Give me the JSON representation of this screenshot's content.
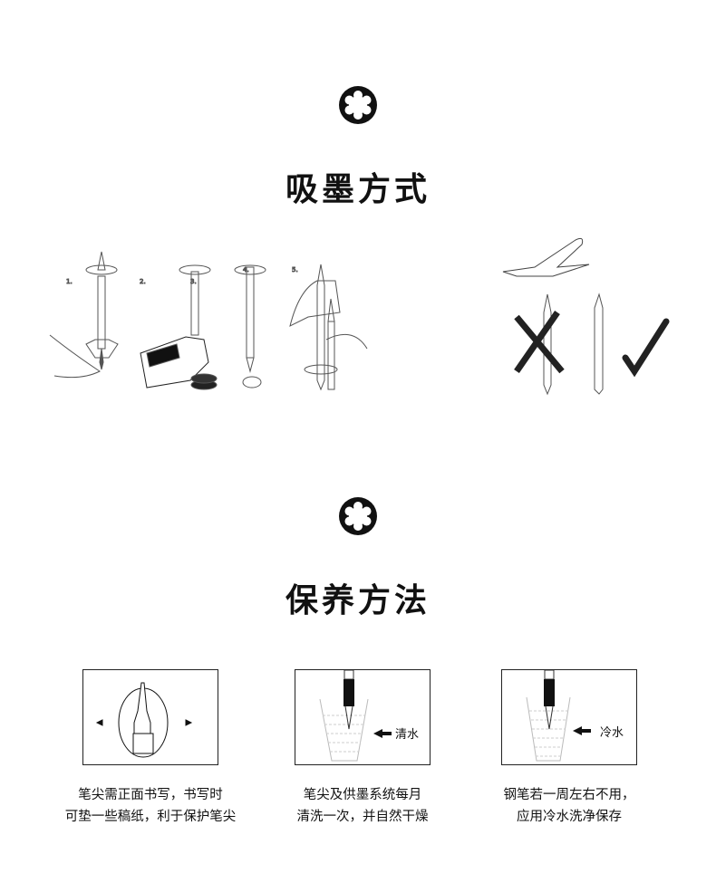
{
  "section1": {
    "title": "吸墨方式",
    "emblem_icon": "montblanc-star-icon",
    "steps": [
      "1.",
      "2.",
      "3.",
      "4.",
      "5."
    ]
  },
  "section2": {
    "title": "保养方法",
    "emblem_icon": "montblanc-star-icon",
    "cards": [
      {
        "label": "",
        "caption_lines": [
          "笔尖需正面书写，书写时",
          "可垫一些稿纸，利于保护笔尖"
        ]
      },
      {
        "label": "清水",
        "caption_lines": [
          "笔尖及供墨系统每月",
          "清洗一次，并自然干燥"
        ]
      },
      {
        "label": "冷水",
        "caption_lines": [
          "钢笔若一周左右不用，",
          "应用冷水洗净保存"
        ]
      }
    ]
  }
}
